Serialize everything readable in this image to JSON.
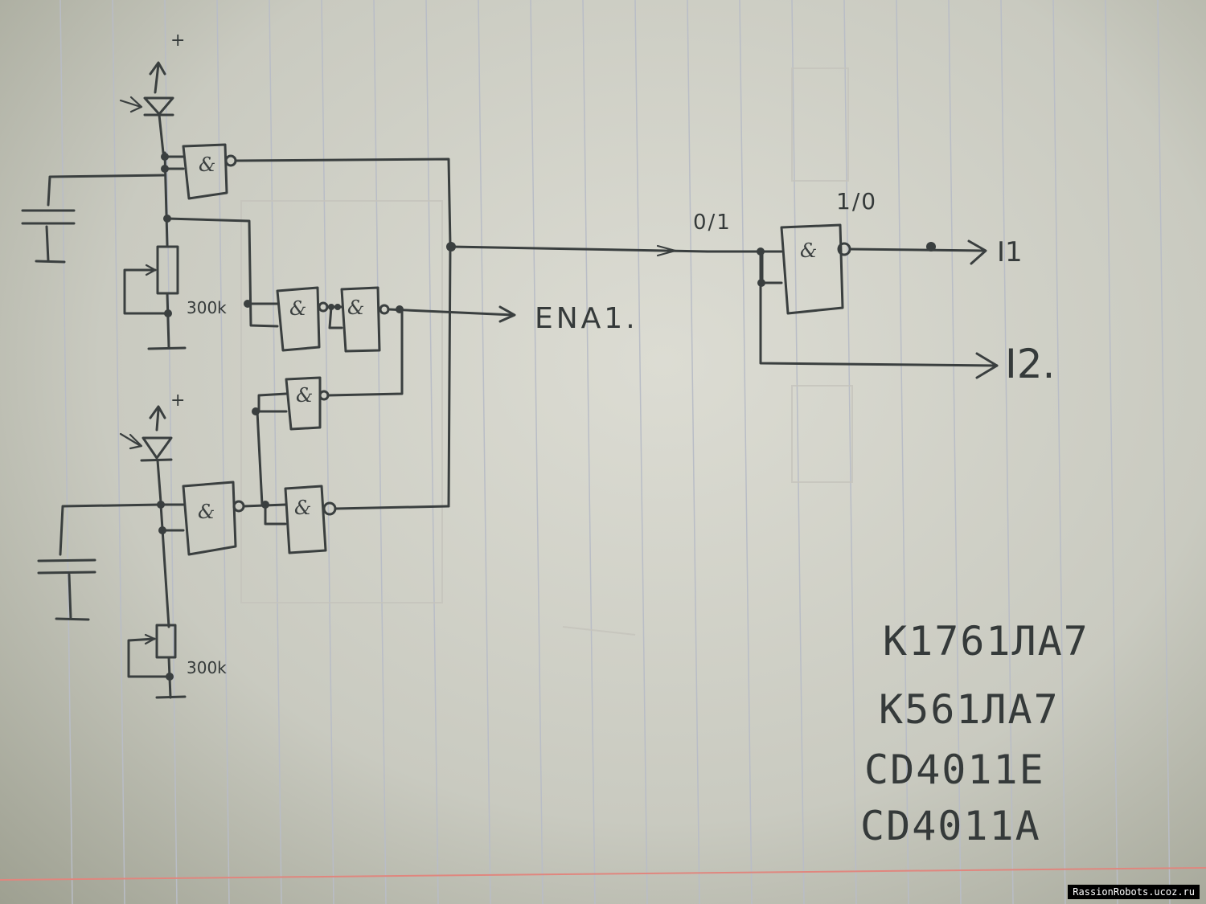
{
  "schematic": {
    "gate_symbol": "&",
    "power_plus": "+",
    "resistor_top_value": "300k",
    "resistor_bottom_value": "300k",
    "output_ena": "ENA1.",
    "input_state": "0/1",
    "output_state": "1/0",
    "output_i1": "I1",
    "output_i2": "I2."
  },
  "chips": [
    "K1761ЛА7",
    "K561ЛА7",
    "CD4011E",
    "CD4011A"
  ],
  "watermark": "RassionRobots.ucoz.ru"
}
